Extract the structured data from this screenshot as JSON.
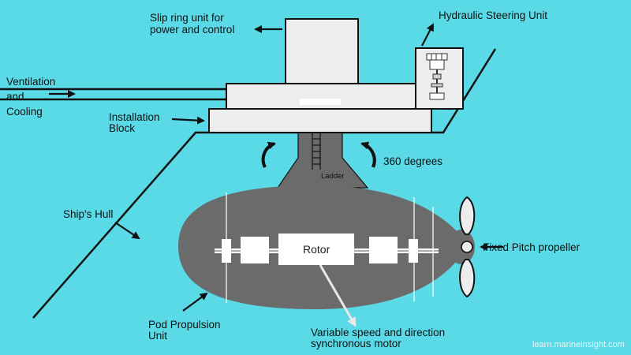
{
  "labels": {
    "slip_ring_l1": "Slip ring unit for",
    "slip_ring_l2": "power and control",
    "hydraulic": "Hydraulic Steering Unit",
    "ventilation_l1": "Ventilation",
    "ventilation_l2": "and",
    "ventilation_l3": "Cooling",
    "installation_l1": "Installation",
    "installation_l2": "Block",
    "degrees": "360 degrees",
    "ladder": "Ladder",
    "hull": "Ship's Hull",
    "propeller": "Fixed Pitch propeller",
    "rotor": "Rotor",
    "pod_l1": "Pod Propulsion",
    "pod_l2": "Unit",
    "motor_l1": "Variable speed and direction",
    "motor_l2": "synchronous motor"
  },
  "watermark": "learn.marineinsight.com",
  "colors": {
    "background": "#5ad9e6",
    "pod": "#6b6b6b",
    "blocks": "#ededed",
    "lines": "#111111",
    "watermark_text": "#e8f7f9"
  }
}
